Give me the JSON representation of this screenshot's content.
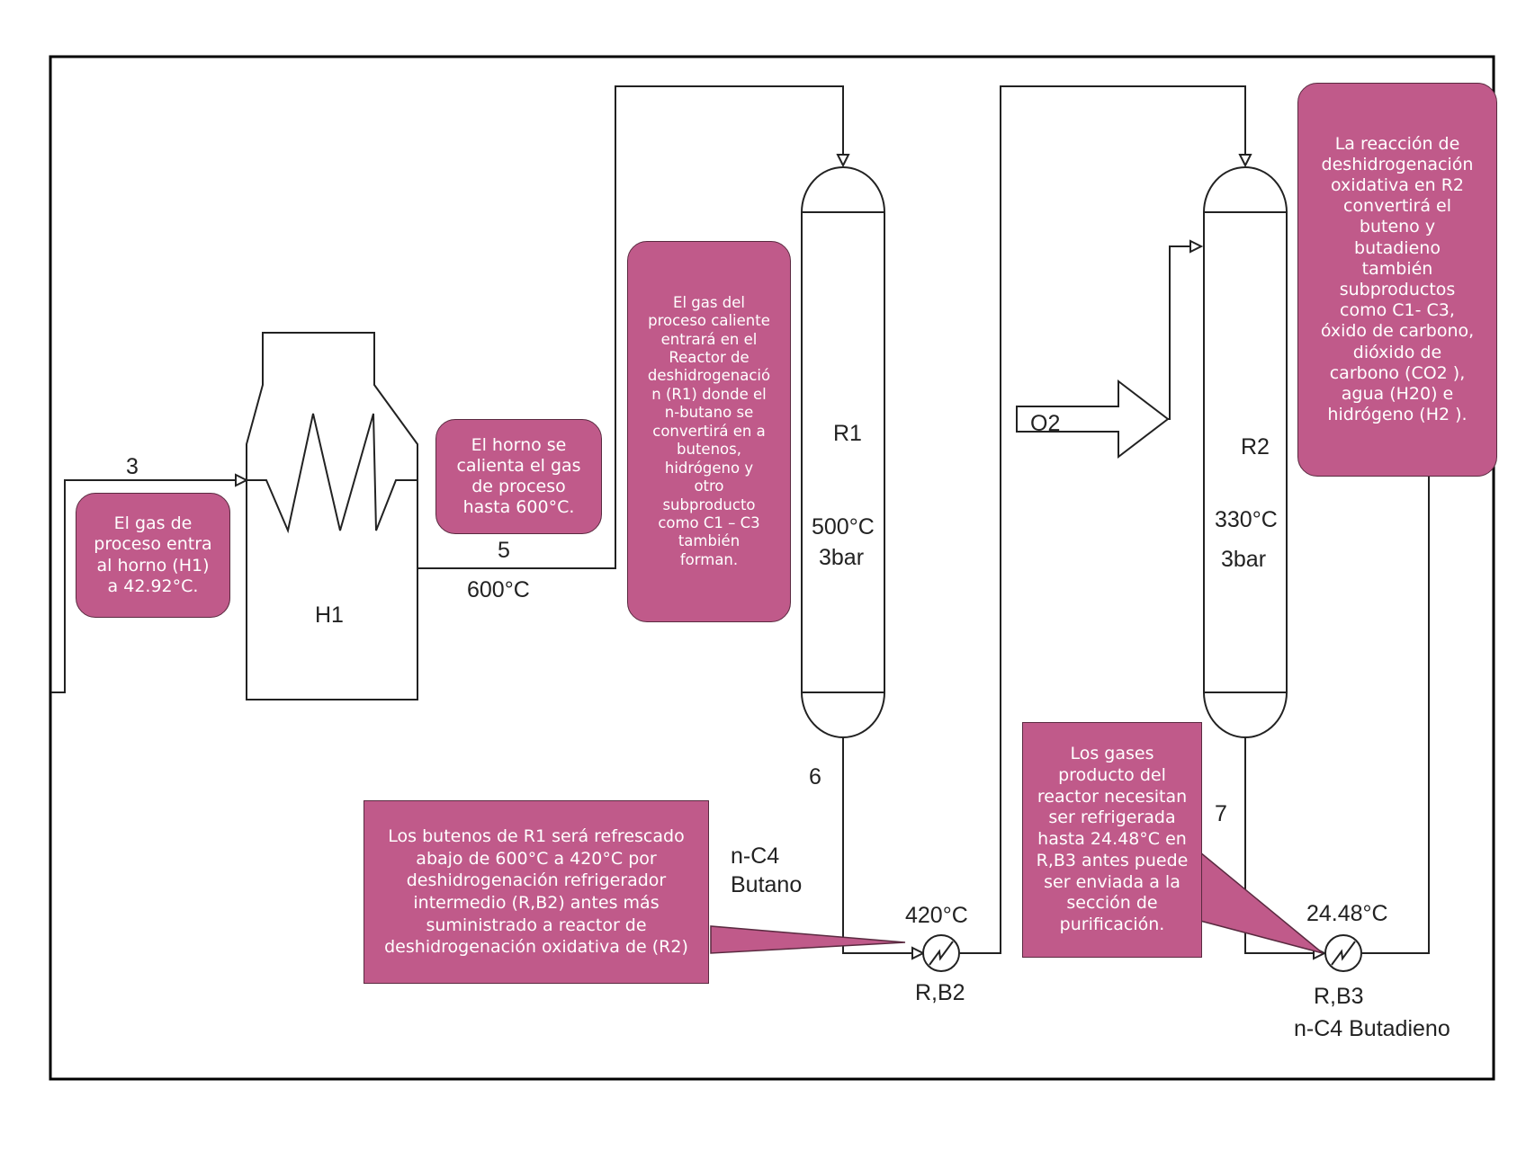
{
  "colors": {
    "callout_fill": "#c05a8a",
    "callout_border": "#5a2a40",
    "line": "#222222",
    "frame": "#000000"
  },
  "labels": {
    "stream_3": "3",
    "stream_5": "5",
    "stream_5_temp": "600°C",
    "stream_6": "6",
    "stream_7": "7",
    "h1": "H1",
    "r1": "R1",
    "r1_temp": "500°C",
    "r1_pressure": "3bar",
    "r2": "R2",
    "r2_temp": "330°C",
    "r2_pressure": "3bar",
    "o2": "O2",
    "nc4_butano_1": "n-C4",
    "nc4_butano_2": "Butano",
    "rb2_temp": "420°C",
    "rb2": "R,B2",
    "rb3_temp": "24.48°C",
    "rb3": "R,B3",
    "butadieno": "n-C4 Butadieno"
  },
  "callouts": {
    "horno_entrada": "El gas de\nproceso entra\nal horno (H1)\na 42.92°C.",
    "horno_calienta": "El horno se\ncalienta el gas\nde proceso\nhasta 600°C.",
    "r1_info": "El gas del\nproceso caliente\nentrará en el\nReactor de\ndeshidrogenació\nn (R1) donde el\nn-butano se\nconvertirá en a\nbutenos,\nhidrógeno y\notro\nsubproducto\ncomo C1 – C3\ntambién\nforman.",
    "r2_info": "La reacción de\ndeshidrogenación\noxidativa en R2\nconvertirá el\nbuteno y\nbutadieno\ntambién\nsubproductos\ncomo C1- C3,\nóxido de carbono,\ndióxido de\ncarbono (CO2 ),\nagua (H20) e\nhidrógeno (H2 ).",
    "butenos_info": "Los butenos de R1 será refrescado\nabajo de 600°C a 420°C por\ndeshidrogenación refrigerador\nintermedio (R,B2) antes más\nsuministrado a reactor de\ndeshidrogenación oxidativa de (R2)",
    "gases_info": "Los gases\nproducto del\nreactor necesitan\nser refrigerada\nhasta 24.48°C en\nR,B3 antes puede\nser enviada a la\nsección de\npurificación."
  }
}
